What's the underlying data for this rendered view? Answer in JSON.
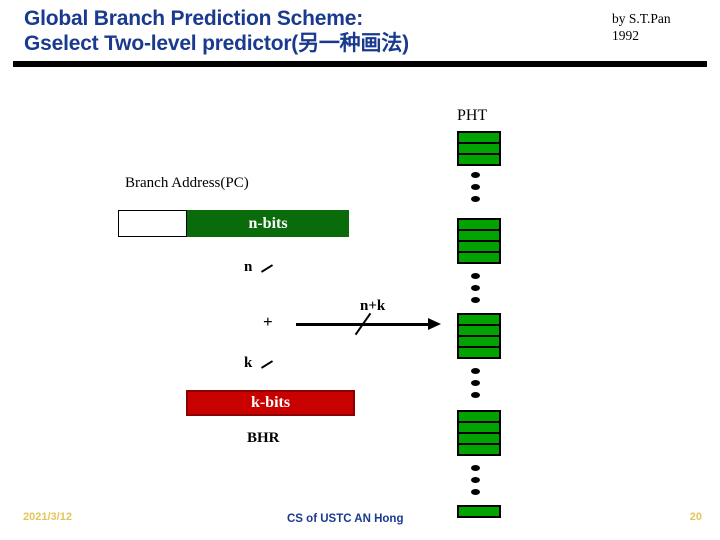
{
  "slide": {
    "title_line1": "Global Branch Prediction Scheme:",
    "title_line2": "Gselect Two-level predictor(另一种画法)",
    "byline_author": "by S.T.Pan",
    "byline_year": "1992",
    "title_color": "#1a3a8f"
  },
  "diagram": {
    "pht_label": "PHT",
    "branch_address_label": "Branch Address(PC)",
    "n_bits_label": "n-bits",
    "n_tick_label": "n",
    "k_tick_label": "k",
    "adder_label": "+",
    "index_label": "n+k",
    "k_bits_label": "k-bits",
    "bhr_label": "BHR",
    "green_fill": "#00a300",
    "dark_green_fill": "#0a6b0a",
    "red_fill": "#c80000",
    "red_border": "#8b0000",
    "border_color": "#000000",
    "pht_groups": [
      {
        "rows": 3
      },
      {
        "rows": 4
      },
      {
        "rows": 4
      },
      {
        "rows": 4
      },
      {
        "rows": 1
      }
    ]
  },
  "footer": {
    "date": "2021/3/12",
    "center": "CS of USTC AN Hong",
    "page": "20",
    "accent_color": "#e5c55a"
  }
}
